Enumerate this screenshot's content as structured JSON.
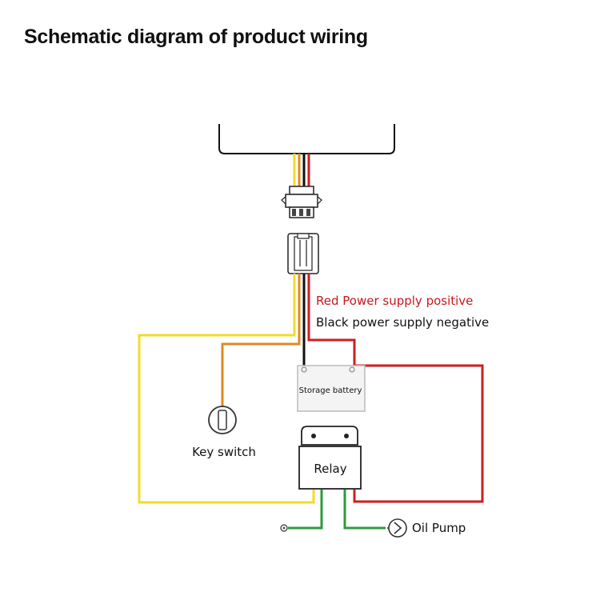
{
  "title": "Schematic diagram of product wiring",
  "labels": {
    "red_wire": "Red Power supply positive",
    "black_wire": "Black power supply negative",
    "battery": "Storage battery",
    "key_switch": "Key switch",
    "relay": "Relay",
    "oil_pump": "Oil Pump"
  },
  "wire_colors": {
    "yellow": "#f2dc2a",
    "orange": "#e08a22",
    "red": "#cc1f1f",
    "black": "#111111",
    "green": "#2e9a3e"
  },
  "components": [
    "device-body",
    "male-connector",
    "female-connector",
    "storage-battery",
    "key-switch",
    "relay",
    "ground-terminal",
    "oil-pump"
  ]
}
